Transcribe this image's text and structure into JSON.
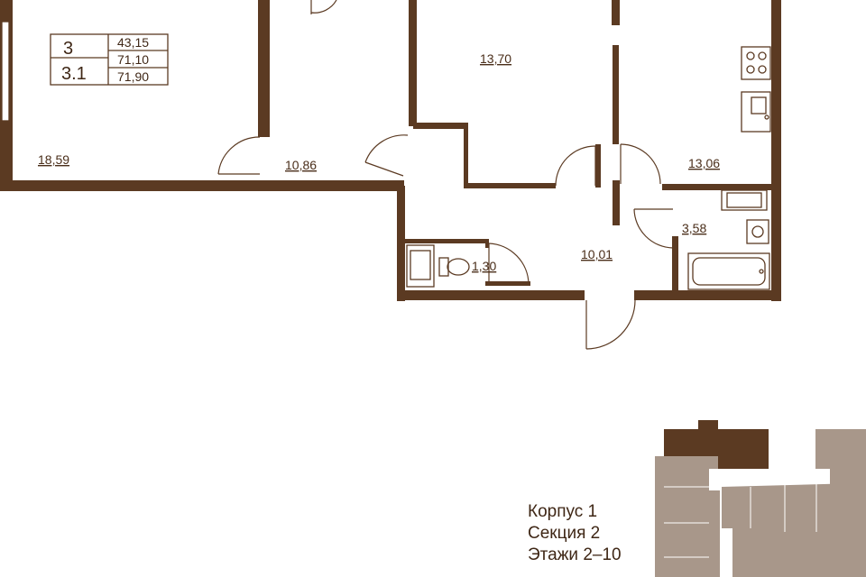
{
  "apartment": {
    "rooms": "3",
    "type_code": "3.1",
    "living_area": "43,15",
    "total_area": "71,10",
    "total_area_with_balcony": "71,90"
  },
  "room_areas": {
    "living_room": "18,59",
    "corridor_left": "10,86",
    "bedroom_center": "13,70",
    "kitchen": "13,06",
    "bathroom": "3,58",
    "hallway": "10,01",
    "toilet": "1,30"
  },
  "building_info": {
    "building": "Корпус 1",
    "section": "Секция 2",
    "floors": "Этажи 2–10"
  },
  "colors": {
    "wall": "#5b3a22",
    "highlight_section": "#5b3a22",
    "other_sections": "#a8978a"
  }
}
